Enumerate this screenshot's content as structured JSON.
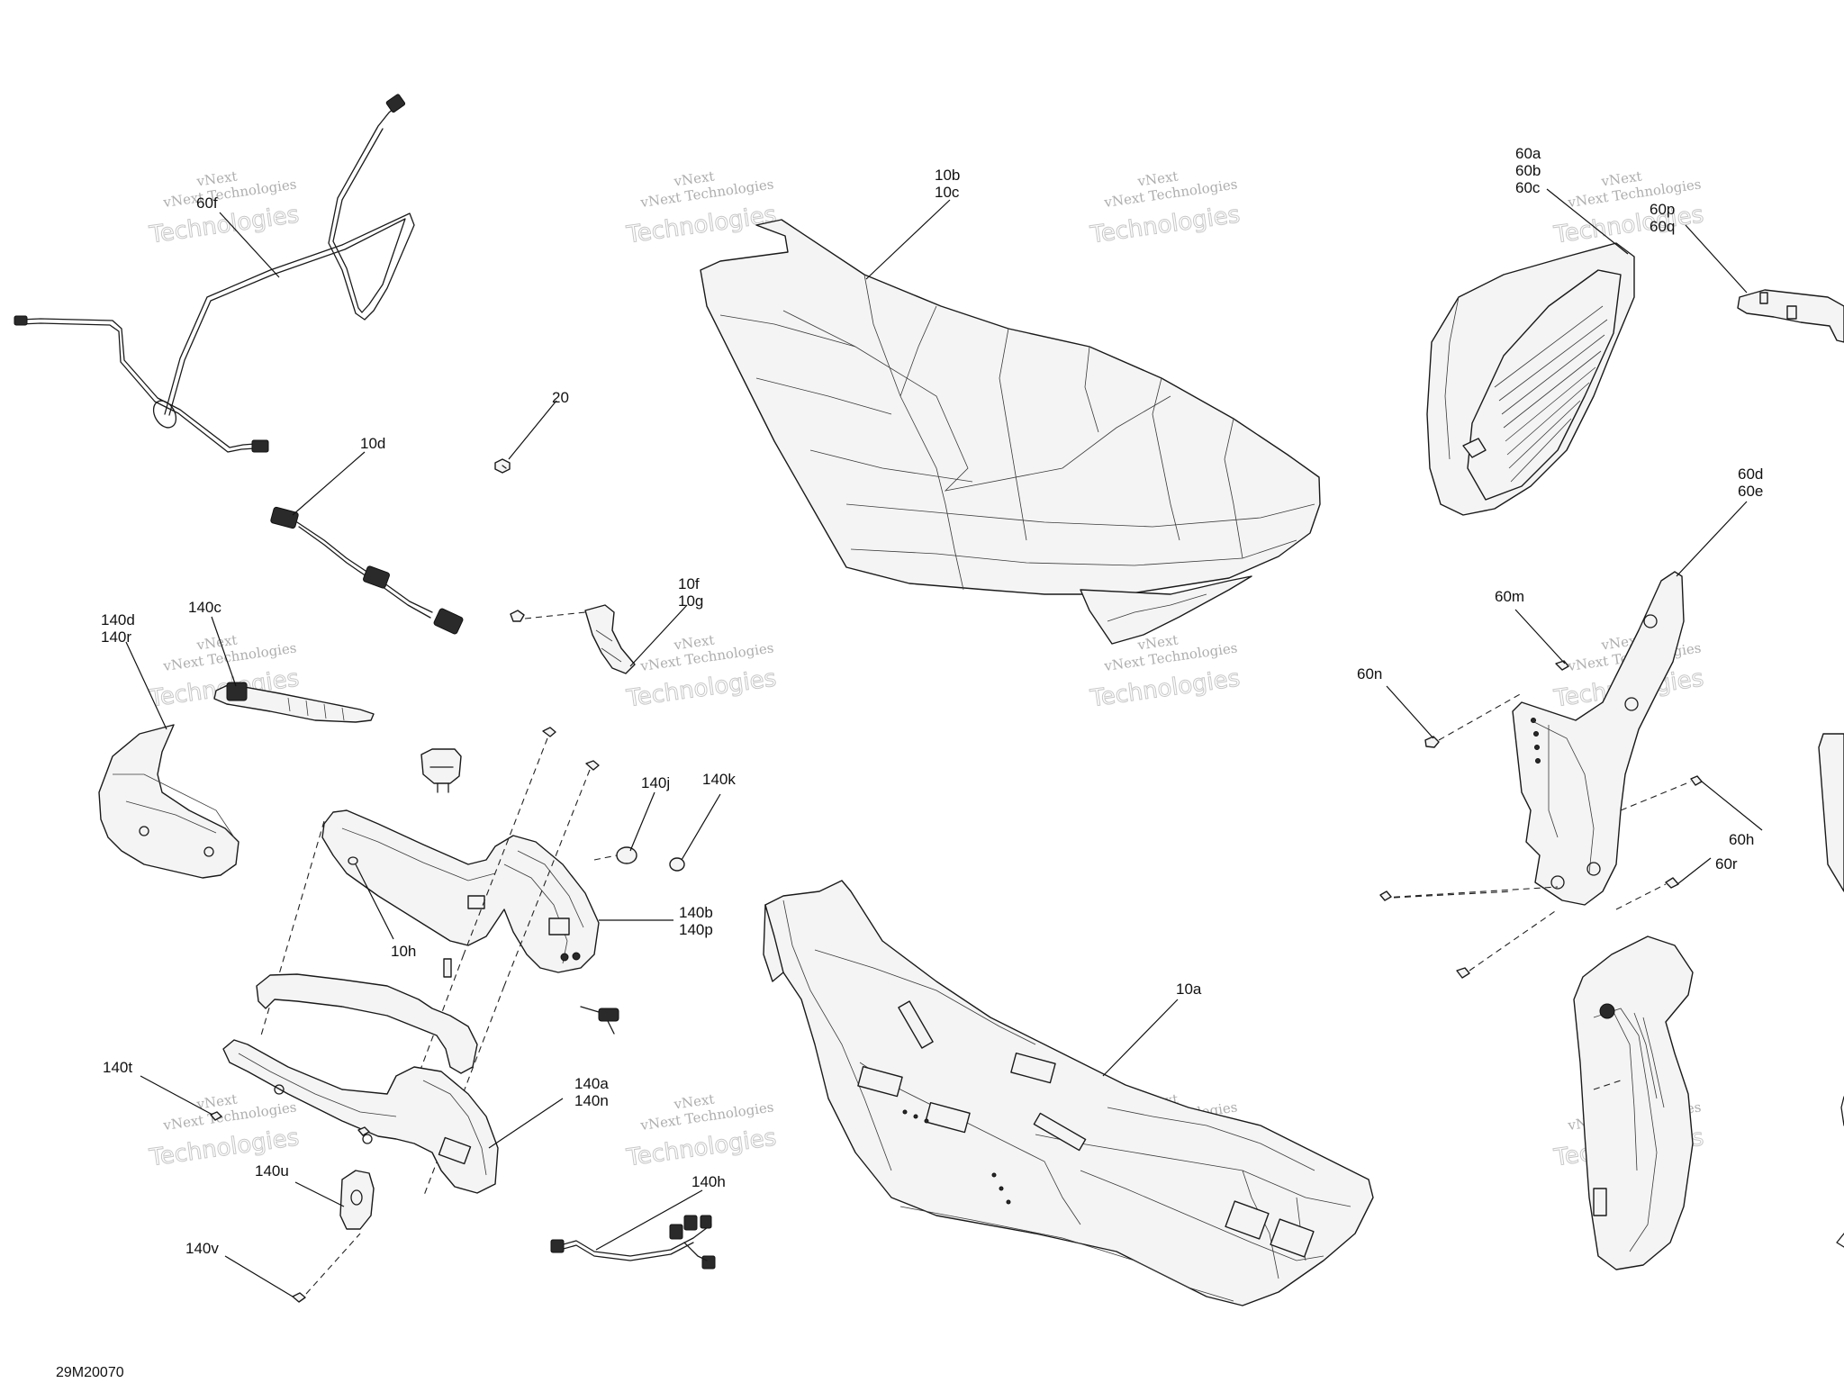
{
  "figure": {
    "code": "29M20070"
  },
  "watermark": {
    "line1": "vNext",
    "line2": "vNext Technologies",
    "line3": "Technologies"
  },
  "callouts": {
    "c_60f": "60f",
    "c_10b": "10b",
    "c_10c": "10c",
    "c_60a": "60a",
    "c_60b": "60b",
    "c_60c": "60c",
    "c_60p": "60p",
    "c_60q": "60q",
    "c_20": "20",
    "c_10d": "10d",
    "c_10f": "10f",
    "c_10g": "10g",
    "c_60d": "60d",
    "c_60e": "60e",
    "c_140d": "140d",
    "c_140r": "140r",
    "c_140c": "140c",
    "c_60m": "60m",
    "c_60n": "60n",
    "c_140j": "140j",
    "c_140k": "140k",
    "c_60h": "60h",
    "c_60r": "60r",
    "c_10h": "10h",
    "c_140b": "140b",
    "c_140p": "140p",
    "c_10a": "10a",
    "c_140t": "140t",
    "c_140a": "140a",
    "c_140n": "140n",
    "c_140u": "140u",
    "c_140h": "140h",
    "c_140v": "140v"
  }
}
